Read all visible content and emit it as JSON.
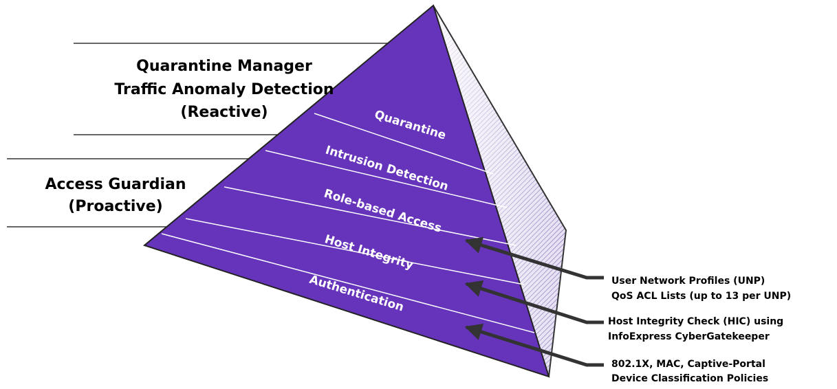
{
  "diagram": {
    "left_groups": [
      {
        "lines": [
          "Quarantine Manager",
          "Traffic Anomaly Detection",
          "(Reactive)"
        ]
      },
      {
        "lines": [
          "Access Guardian",
          "(Proactive)"
        ]
      }
    ],
    "layers": [
      "Quarantine",
      "Intrusion Detection",
      "Role-based Access",
      "Host Integrity",
      "Authentication"
    ],
    "callouts": [
      {
        "lines": [
          "User Network Profiles (UNP)",
          "QoS ACL Lists (up to 13 per UNP)"
        ]
      },
      {
        "lines": [
          "Host Integrity Check (HIC) using",
          "InfoExpress CyberGatekeeper"
        ]
      },
      {
        "lines": [
          "802.1X, MAC, Captive-Portal",
          "Device Classification Policies"
        ]
      }
    ],
    "colors": {
      "pyramid_face": "#6633bb",
      "side_face": "#d8d0ec",
      "layer_line": "#ffffff",
      "text": "#000000",
      "arrow": "#333333"
    }
  }
}
